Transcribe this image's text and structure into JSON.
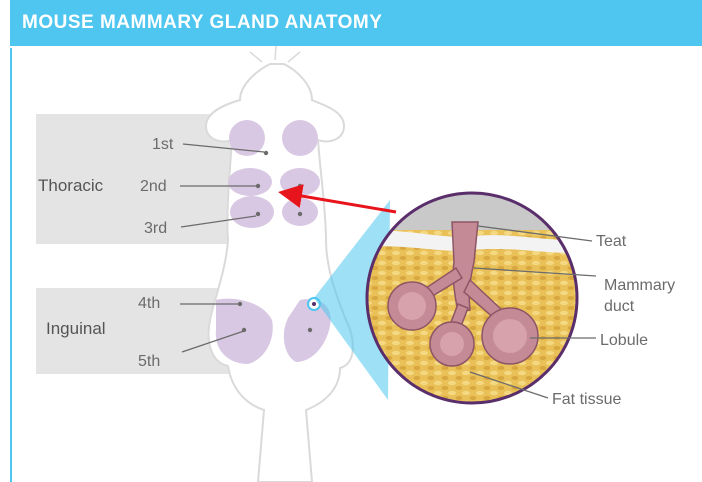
{
  "header": {
    "title": "MOUSE MAMMARY GLAND ANATOMY"
  },
  "groups": {
    "thoracic": "Thoracic",
    "inguinal": "Inguinal"
  },
  "glands": {
    "g1": "1st",
    "g2": "2nd",
    "g3": "3rd",
    "g4": "4th",
    "g5": "5th"
  },
  "inset": {
    "teat": "Teat",
    "duct_line1": "Mammary",
    "duct_line2": "duct",
    "lobule": "Lobule",
    "fat": "Fat tissue"
  },
  "colors": {
    "header_bg": "#4ec6ef",
    "gland": "#d9c8e3",
    "arrow": "#e8141b",
    "fat": "#e9c158",
    "lobule": "#c48b96"
  }
}
